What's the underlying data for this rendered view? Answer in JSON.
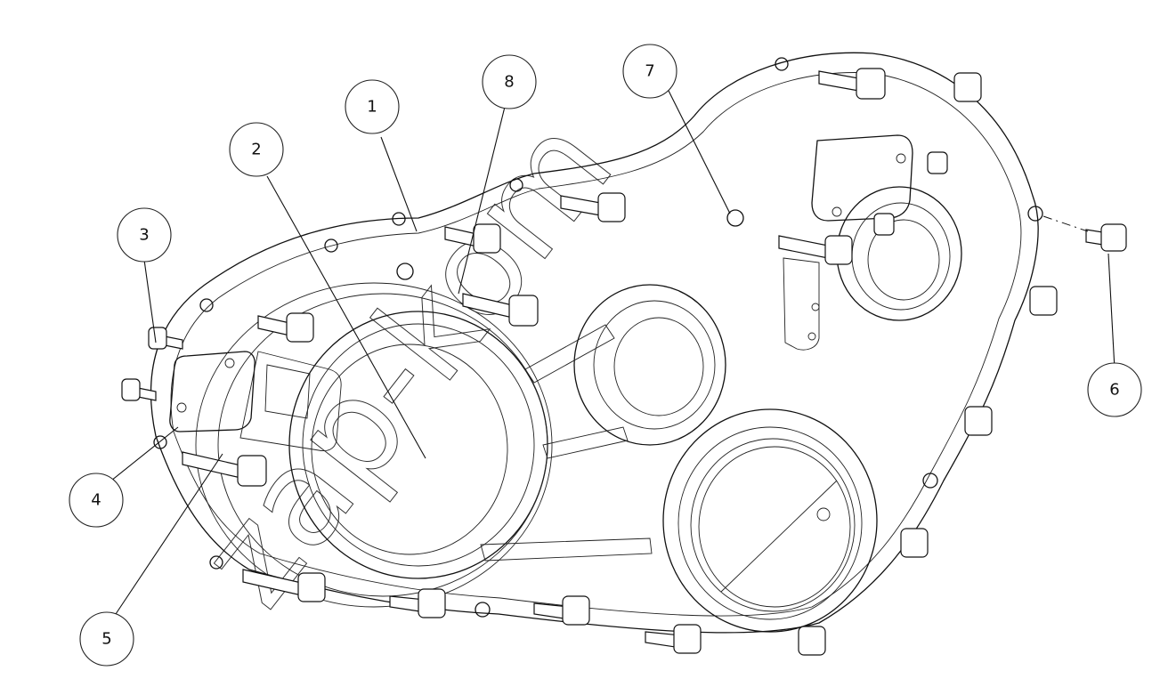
{
  "callouts": [
    {
      "id": "1",
      "label": "1"
    },
    {
      "id": "2",
      "label": "2"
    },
    {
      "id": "3",
      "label": "3"
    },
    {
      "id": "4",
      "label": "4"
    },
    {
      "id": "5",
      "label": "5"
    },
    {
      "id": "6",
      "label": "6"
    },
    {
      "id": "7",
      "label": "7"
    },
    {
      "id": "8",
      "label": "8"
    }
  ],
  "watermark": {
    "text": "zap-kom"
  }
}
